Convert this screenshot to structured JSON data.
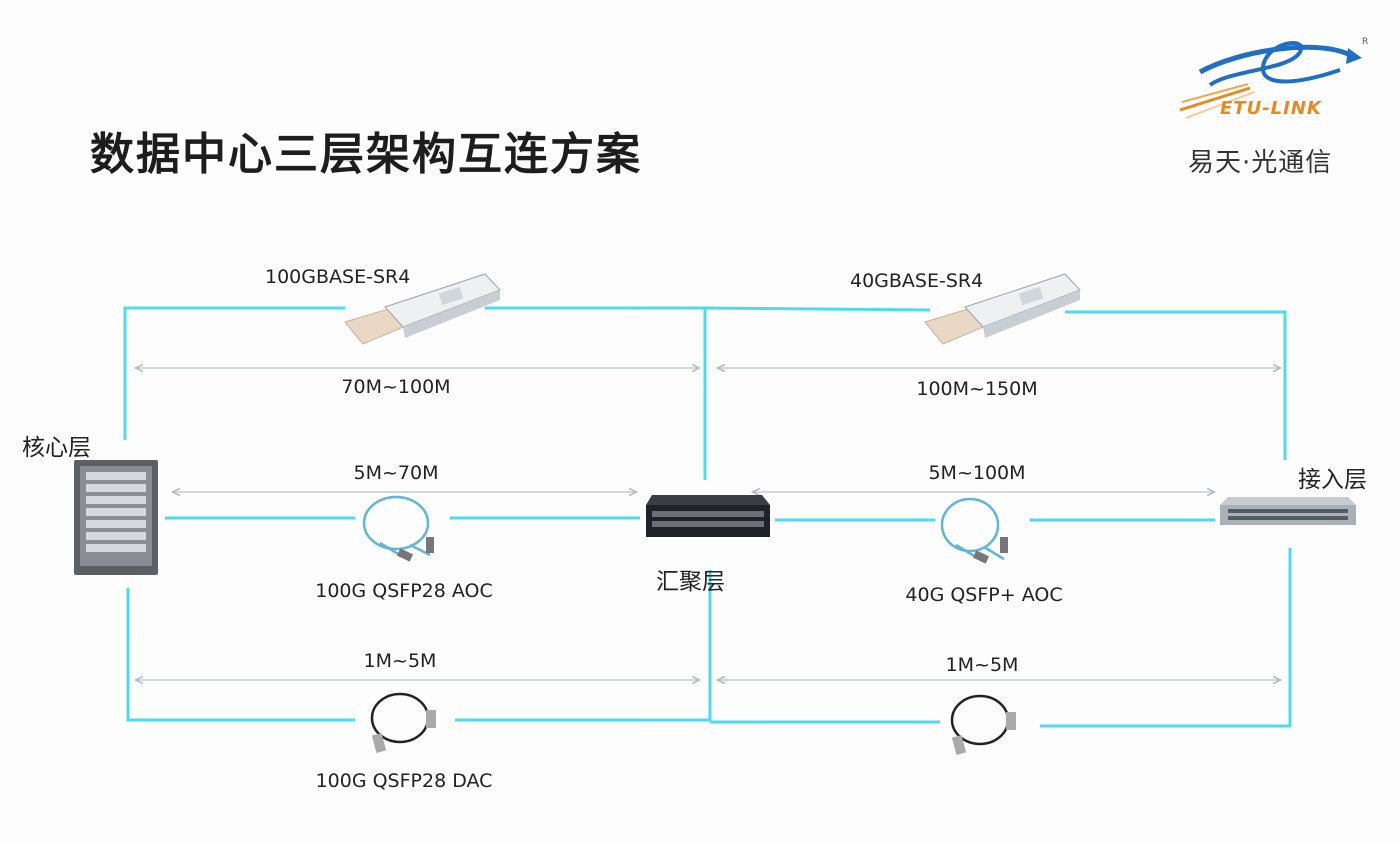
{
  "title": "数据中心三层架构互连方案",
  "logo": {
    "brand": "ETU-LINK",
    "name_cn": "易天·光通信"
  },
  "layers": {
    "core": "核心层",
    "aggregation": "汇聚层",
    "access": "接入层"
  },
  "links": {
    "top_left": {
      "product": "100GBASE-SR4",
      "distance": "70M~100M"
    },
    "top_right": {
      "product": "40GBASE-SR4",
      "distance": "100M~150M"
    },
    "mid_left": {
      "product": "100G QSFP28 AOC",
      "distance": "5M~70M"
    },
    "mid_right": {
      "product": "40G QSFP+ AOC",
      "distance": "5M~100M"
    },
    "bot_left": {
      "product": "100G QSFP28 DAC",
      "distance": "1M~5M"
    },
    "bot_right": {
      "distance": "1M~5M"
    }
  },
  "colors": {
    "link": "#3ad8ea",
    "arrow": "#b9c4cc",
    "logo_orange": "#e98a1c",
    "logo_blue": "#1f6fc4"
  },
  "icons": [
    "qsfp-module-icon",
    "aoc-cable-icon",
    "dac-cable-icon",
    "core-switch-icon",
    "aggregation-switch-icon",
    "access-switch-icon",
    "logo-swoosh-icon"
  ]
}
